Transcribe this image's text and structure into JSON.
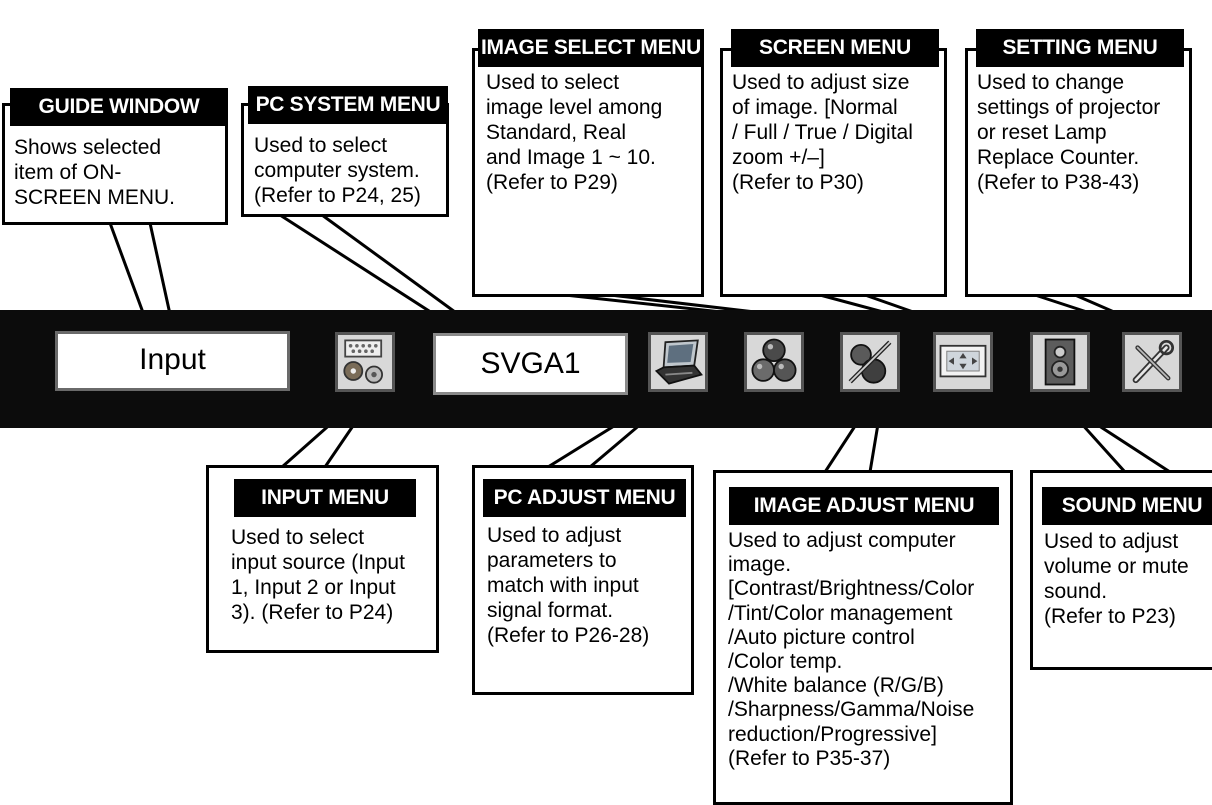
{
  "menu_bar": {
    "input_field": "Input",
    "system_field": "SVGA1"
  },
  "icons": [
    "input-icon",
    "pc-system-icon",
    "pc-adjust-icon",
    "image-select-icon",
    "image-adjust-icon",
    "screen-icon",
    "sound-icon",
    "setting-icon"
  ],
  "callouts": {
    "guide_window": {
      "title": "GUIDE WINDOW",
      "text": "Shows selected\nitem of ON-\nSCREEN MENU."
    },
    "pc_system_menu": {
      "title": "PC SYSTEM MENU",
      "text": "Used to select\ncomputer system.\n(Refer to P24, 25)"
    },
    "image_select_menu": {
      "title": "IMAGE SELECT MENU",
      "text": "Used to select\nimage level among\nStandard, Real\nand Image 1 ~ 10.\n(Refer to P29)"
    },
    "screen_menu": {
      "title": "SCREEN MENU",
      "text": "Used to adjust size\nof image.  [Normal\n/ Full / True / Digital\nzoom +/–]\n(Refer to P30)"
    },
    "setting_menu": {
      "title": "SETTING MENU",
      "text": "Used to change\nsettings of projector\nor reset Lamp\nReplace Counter.\n(Refer to P38-43)"
    },
    "input_menu": {
      "title": "INPUT MENU",
      "text": "Used to select\ninput source (Input\n1, Input 2 or Input\n3). (Refer to P24)"
    },
    "pc_adjust_menu": {
      "title": "PC ADJUST MENU",
      "text": "Used to adjust\nparameters to\nmatch with input\nsignal format.\n(Refer to P26-28)"
    },
    "image_adjust_menu": {
      "title": "IMAGE ADJUST MENU",
      "text": "Used to adjust computer\nimage.\n[Contrast/Brightness/Color\n/Tint/Color management\n/Auto picture control\n/Color temp.\n/White balance (R/G/B)\n/Sharpness/Gamma/Noise\nreduction/Progressive]\n(Refer to P35-37)"
    },
    "sound_menu": {
      "title": "SOUND MENU",
      "text": "Used to adjust\nvolume or mute\nsound.\n(Refer to P23)"
    }
  }
}
